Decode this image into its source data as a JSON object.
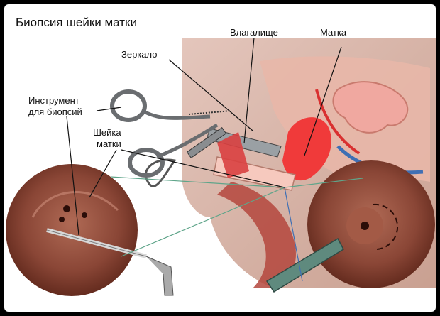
{
  "title": "Биопсия шейки матки",
  "labels": {
    "vagina": "Влагалище",
    "uterus": "Матка",
    "speculum": "Зеркало",
    "instrument_line1": "Инструмент",
    "instrument_line2": "для биопсий",
    "cervix_line1": "Шейка",
    "cervix_line2": "матки"
  },
  "colors": {
    "background": "#ffffff",
    "frame": "#000000",
    "body_skin": "#d9b8ad",
    "cervix_tissue": "#7a3a2c",
    "uterus_red": "#f03a3a",
    "tool_gray": "#8a8d90",
    "line_green": "#5fa58a"
  }
}
